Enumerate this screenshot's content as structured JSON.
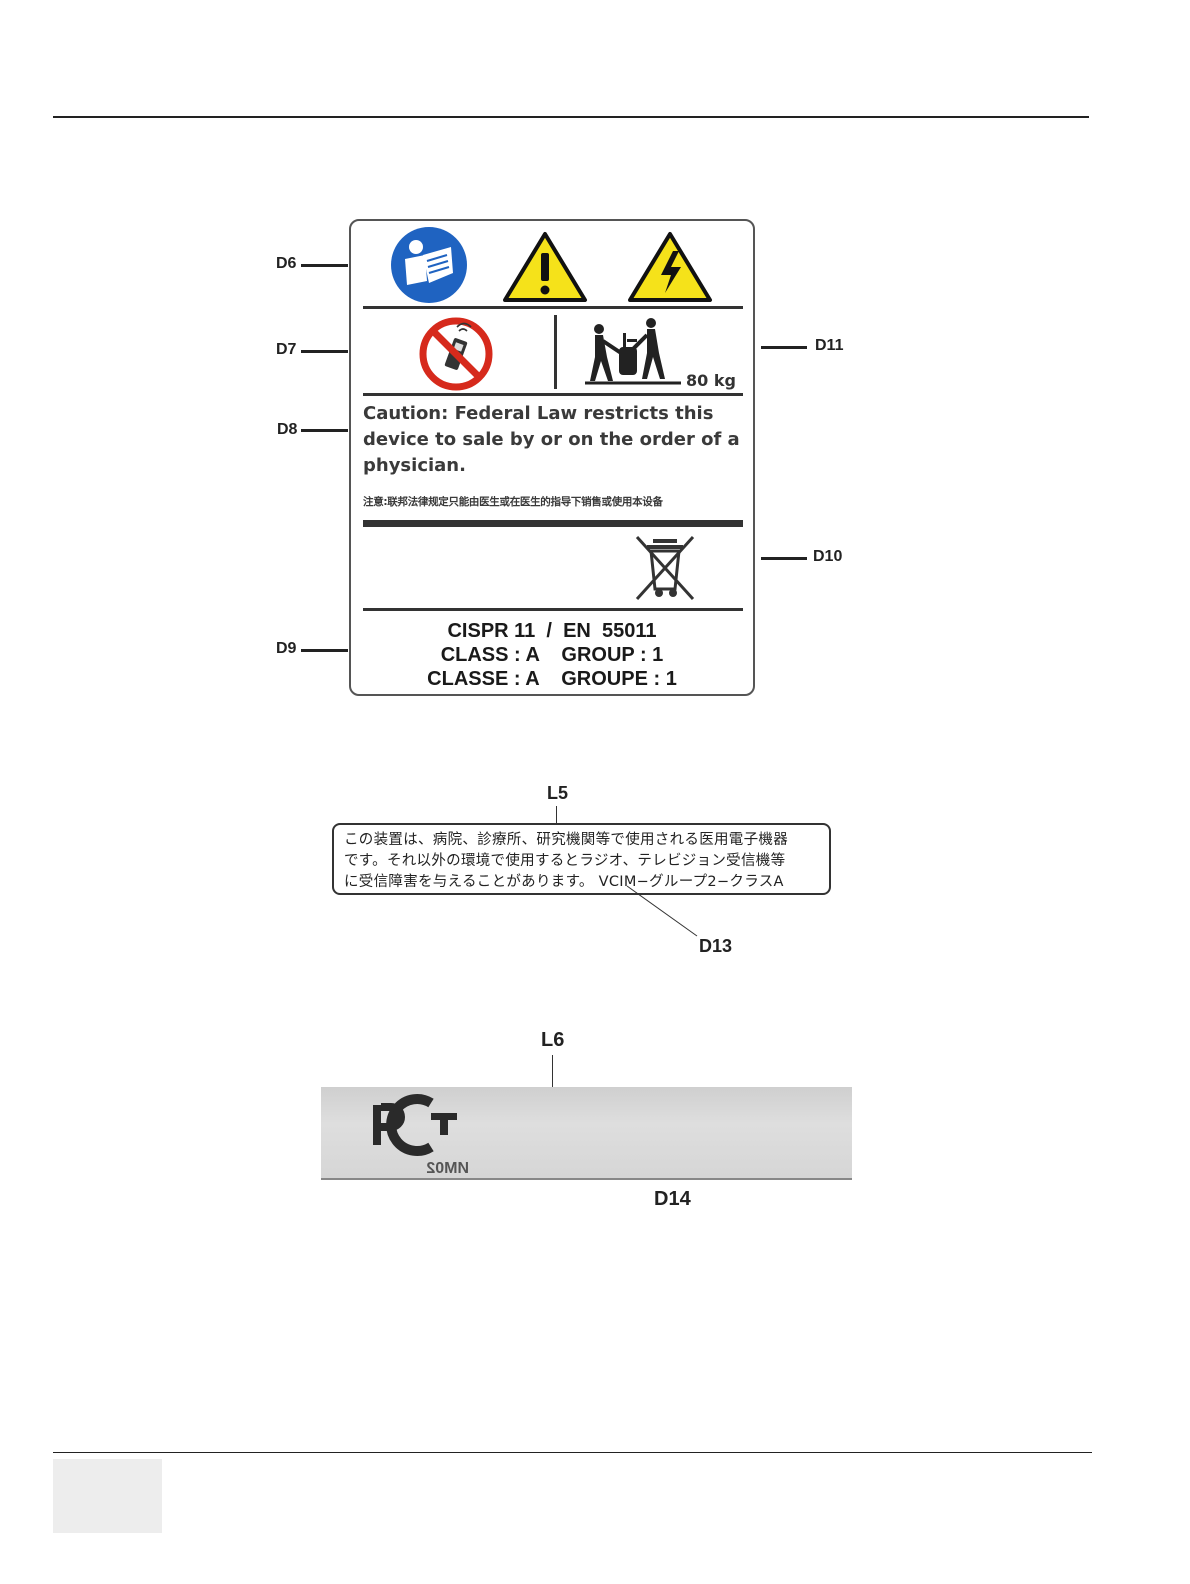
{
  "callouts": {
    "d6": "D6",
    "d7": "D7",
    "d8": "D8",
    "d9": "D9",
    "d10": "D10",
    "d11": "D11",
    "d13": "D13",
    "d14": "D14",
    "l5": "L5",
    "l6": "L6"
  },
  "label_main": {
    "icons": [
      "read-manual-icon",
      "general-warning-icon",
      "electrical-hazard-icon",
      "no-mobile-phone-icon",
      "two-person-lift-icon",
      "weee-crossed-bin-icon"
    ],
    "weight": "80 kg",
    "caution_en": "Caution: Federal Law restricts this device to sale by or on the order of a physician.",
    "caution_cn": "注意:联邦法律规定只能由医生或在医生的指导下销售或使用本设备",
    "cispr_line1": "CISPR 11  /  EN  55011",
    "cispr_line2": "CLASS : A    GROUP : 1",
    "cispr_line3": "CLASSE : A    GROUPE : 1"
  },
  "label_vcci": {
    "line1": "この装置は、病院、診療所、研究機関等で使用される医用電子機器",
    "line2": "です。それ以外の環境で使用するとラジオ、テレビジョン受信機等",
    "line3": "に受信障害を与えることがあります。  VCIM−グループ2−クラスA"
  },
  "label_photo": {
    "logo_icon": "pct-certification-logo-icon",
    "code": "ИМ02"
  },
  "colors": {
    "manual_blue": "#1f63c1",
    "warning_yellow": "#f5e21a",
    "prohibition_red": "#d62a1c",
    "rule": "#222222"
  }
}
